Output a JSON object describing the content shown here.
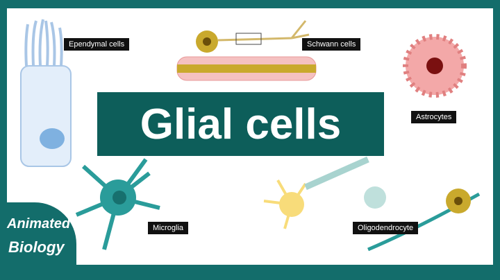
{
  "title": "Glial cells",
  "labels": {
    "ependymal": "Ependymal cells",
    "schwann": "Schwann cells",
    "astrocytes": "Astrocytes",
    "microglia": "Microglia",
    "oligodendrocyte": "Oligodendrocyte"
  },
  "logo": {
    "line1": "Animated",
    "line2": "Biology"
  },
  "colors": {
    "border": "#136d6b",
    "title_bg": "#0d5e5a"
  }
}
